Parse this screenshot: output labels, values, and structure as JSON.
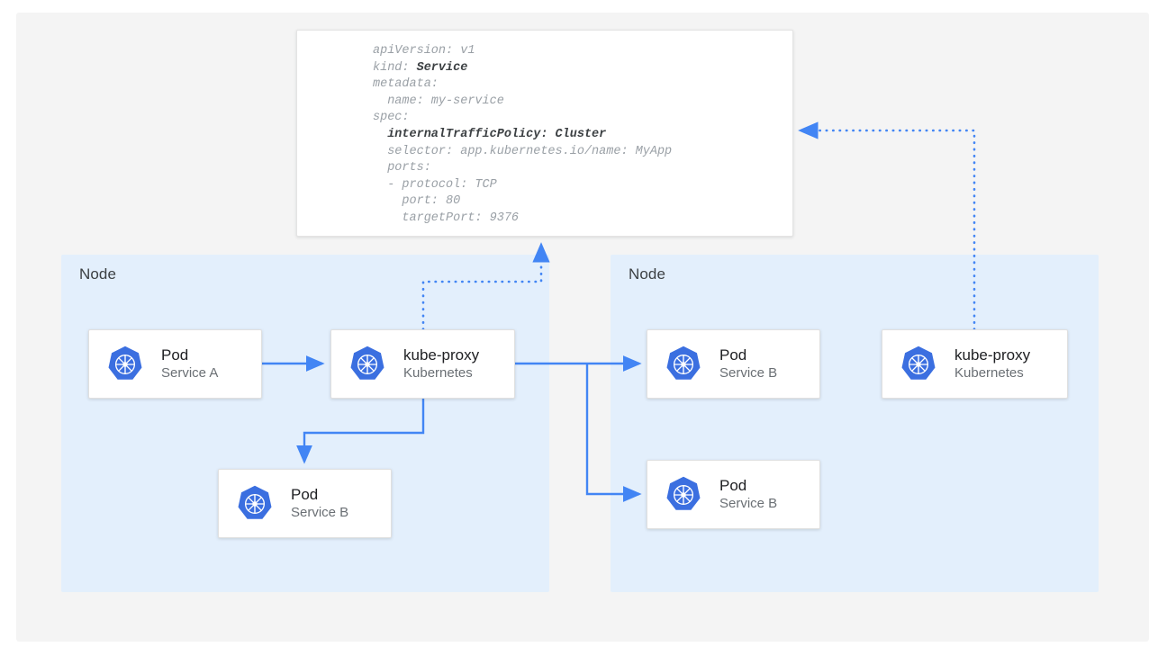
{
  "colors": {
    "canvas_bg": "#f4f4f4",
    "node_bg": "#e3effc",
    "card_bg": "#ffffff",
    "accent_blue": "#4285f4",
    "k8s_blue": "#3b6fe0",
    "title_text": "#202124",
    "subtitle_text": "#6a6f74",
    "yaml_text": "#9aa0a6",
    "yaml_bold_text": "#3c4043"
  },
  "manifest": {
    "name": "service-yaml-manifest",
    "lines": [
      {
        "indent": 0,
        "text": "apiVersion: v1",
        "bold": ""
      },
      {
        "indent": 0,
        "text": "kind: ",
        "bold": "Service"
      },
      {
        "indent": 0,
        "text": "metadata:",
        "bold": ""
      },
      {
        "indent": 1,
        "text": "name: my-service",
        "bold": ""
      },
      {
        "indent": 0,
        "text": "spec:",
        "bold": ""
      },
      {
        "indent": 1,
        "text": "",
        "bold": "internalTrafficPolicy: Cluster"
      },
      {
        "indent": 1,
        "text": "selector: app.kubernetes.io/name: MyApp",
        "bold": ""
      },
      {
        "indent": 1,
        "text": "ports:",
        "bold": ""
      },
      {
        "indent": 1,
        "text": "- protocol: TCP",
        "bold": ""
      },
      {
        "indent": 2,
        "text": "port: 80",
        "bold": ""
      },
      {
        "indent": 2,
        "text": "targetPort: 9376",
        "bold": ""
      }
    ],
    "full_text": "apiVersion: v1\nkind: Service\nmetadata:\n  name: my-service\nspec:\n  internalTrafficPolicy: Cluster\n  selector: app.kubernetes.io/name: MyApp\n  ports:\n  - protocol: TCP\n    port: 80\n    targetPort: 9376"
  },
  "nodes": {
    "left": {
      "label": "Node"
    },
    "right": {
      "label": "Node"
    }
  },
  "cards": {
    "pod_a": {
      "title": "Pod",
      "subtitle": "Service A",
      "icon": "kubernetes-logo-icon"
    },
    "kube_proxy_l": {
      "title": "kube-proxy",
      "subtitle": "Kubernetes",
      "icon": "kubernetes-logo-icon"
    },
    "pod_b_local": {
      "title": "Pod",
      "subtitle": "Service B",
      "icon": "kubernetes-logo-icon"
    },
    "pod_b_1": {
      "title": "Pod",
      "subtitle": "Service B",
      "icon": "kubernetes-logo-icon"
    },
    "pod_b_2": {
      "title": "Pod",
      "subtitle": "Service B",
      "icon": "kubernetes-logo-icon"
    },
    "kube_proxy_r": {
      "title": "kube-proxy",
      "subtitle": "Kubernetes",
      "icon": "kubernetes-logo-icon"
    }
  },
  "connectors": [
    {
      "name": "pod-a-to-kube-proxy",
      "style": "solid",
      "arrow": true
    },
    {
      "name": "kube-proxy-to-pod-b-local",
      "style": "solid",
      "arrow": true
    },
    {
      "name": "kube-proxy-to-remote-pod-b-1",
      "style": "solid",
      "arrow": true
    },
    {
      "name": "kube-proxy-to-remote-pod-b-2",
      "style": "solid",
      "arrow": true
    },
    {
      "name": "kube-proxy-left-to-manifest",
      "style": "dotted",
      "arrow": true
    },
    {
      "name": "kube-proxy-right-to-manifest",
      "style": "dotted",
      "arrow": true
    }
  ]
}
